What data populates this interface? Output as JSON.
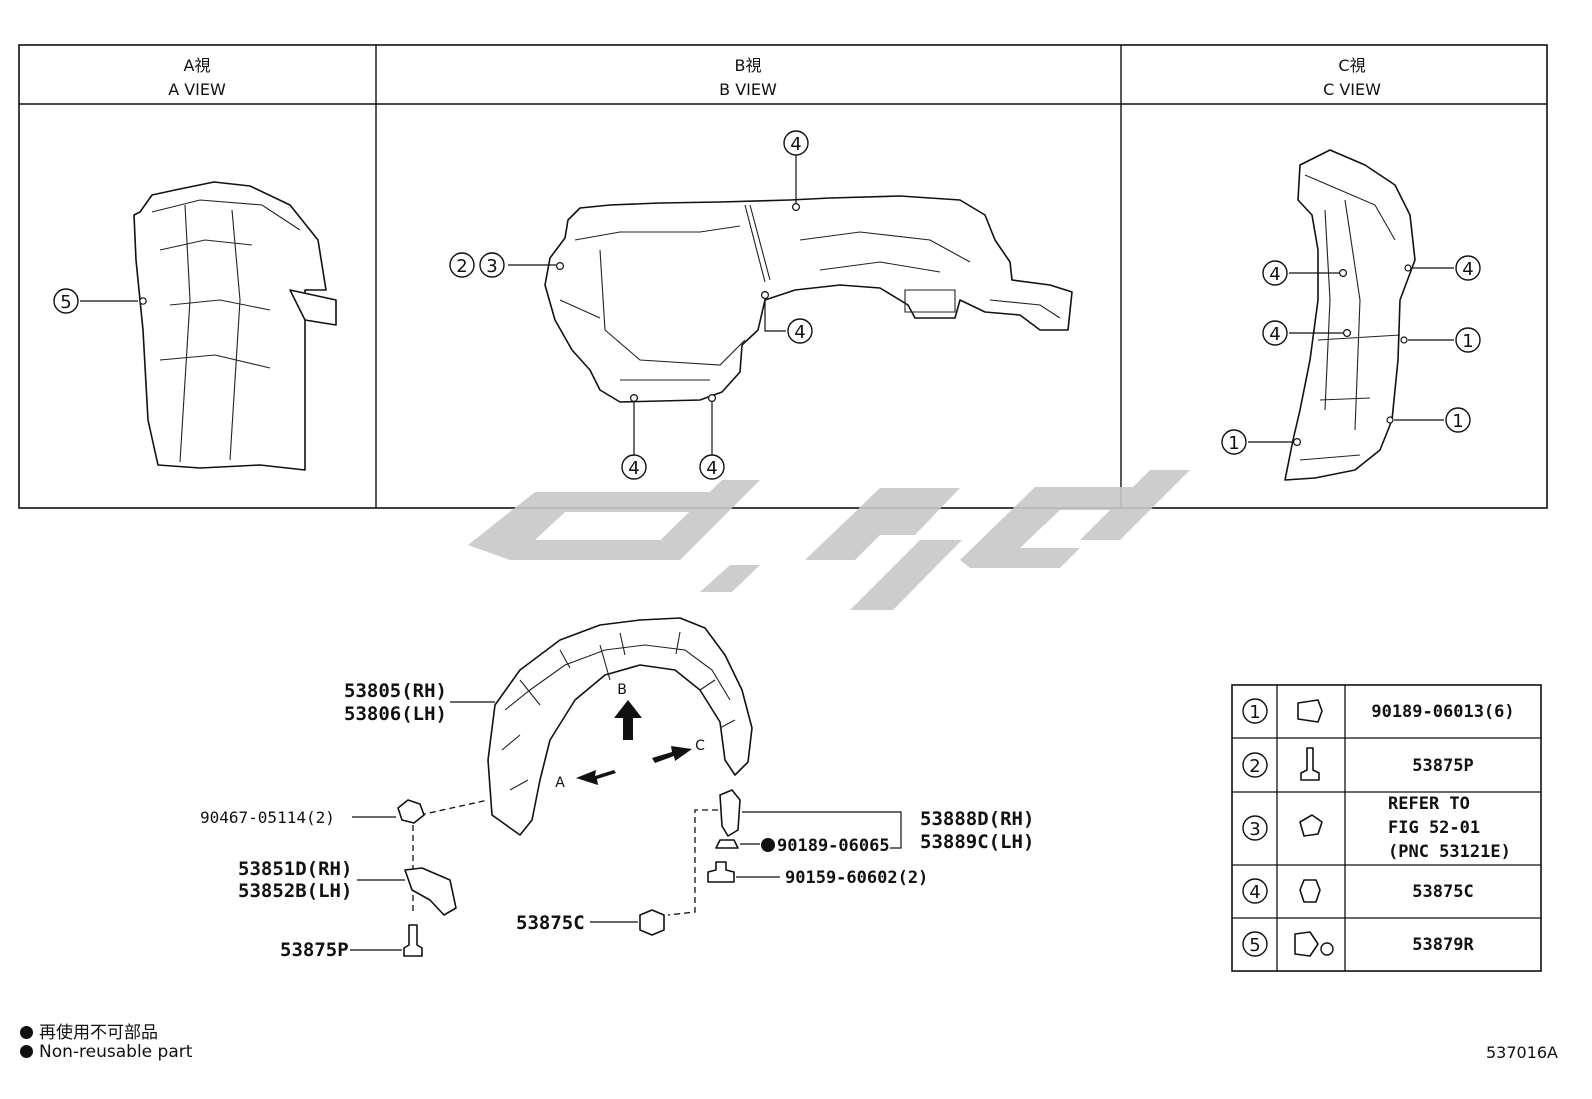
{
  "views": [
    {
      "jp": "A視",
      "en": "A VIEW"
    },
    {
      "jp": "B視",
      "en": "B VIEW"
    },
    {
      "jp": "C視",
      "en": "C VIEW"
    }
  ],
  "callouts": {
    "one": "1",
    "two": "2",
    "three": "3",
    "four": "4",
    "five": "5"
  },
  "labels": {
    "liner_rh": "53805(RH)",
    "liner_lh": "53806(LH)",
    "nut": "90467-05114(2)",
    "bracket_rh": "53851D(RH)",
    "bracket_lh": "53852B(LH)",
    "screw_p": "53875P",
    "bracket2_rh": "53888D(RH)",
    "bracket2_lh": "53889C(LH)",
    "clip_nonreusable": "90189-06065",
    "bolt": "90159-60602(2)",
    "clip_c": "53875C",
    "arrow_a": "A",
    "arrow_b": "B",
    "arrow_c": "C"
  },
  "parts_table": [
    {
      "num": "1",
      "text": "90189-06013(6)"
    },
    {
      "num": "2",
      "text": "53875P"
    },
    {
      "num": "3",
      "lines": [
        "REFER TO",
        "FIG 52-01",
        "(PNC 53121E)"
      ]
    },
    {
      "num": "4",
      "text": "53875C"
    },
    {
      "num": "5",
      "text": "53879R"
    }
  ],
  "legend": {
    "jp": "再使用不可部品",
    "en": "Non-reusable part"
  },
  "drawing_id": "537016A",
  "colors": {
    "line": "#111111",
    "watermark": "#c8c8c8",
    "background": "#ffffff"
  }
}
